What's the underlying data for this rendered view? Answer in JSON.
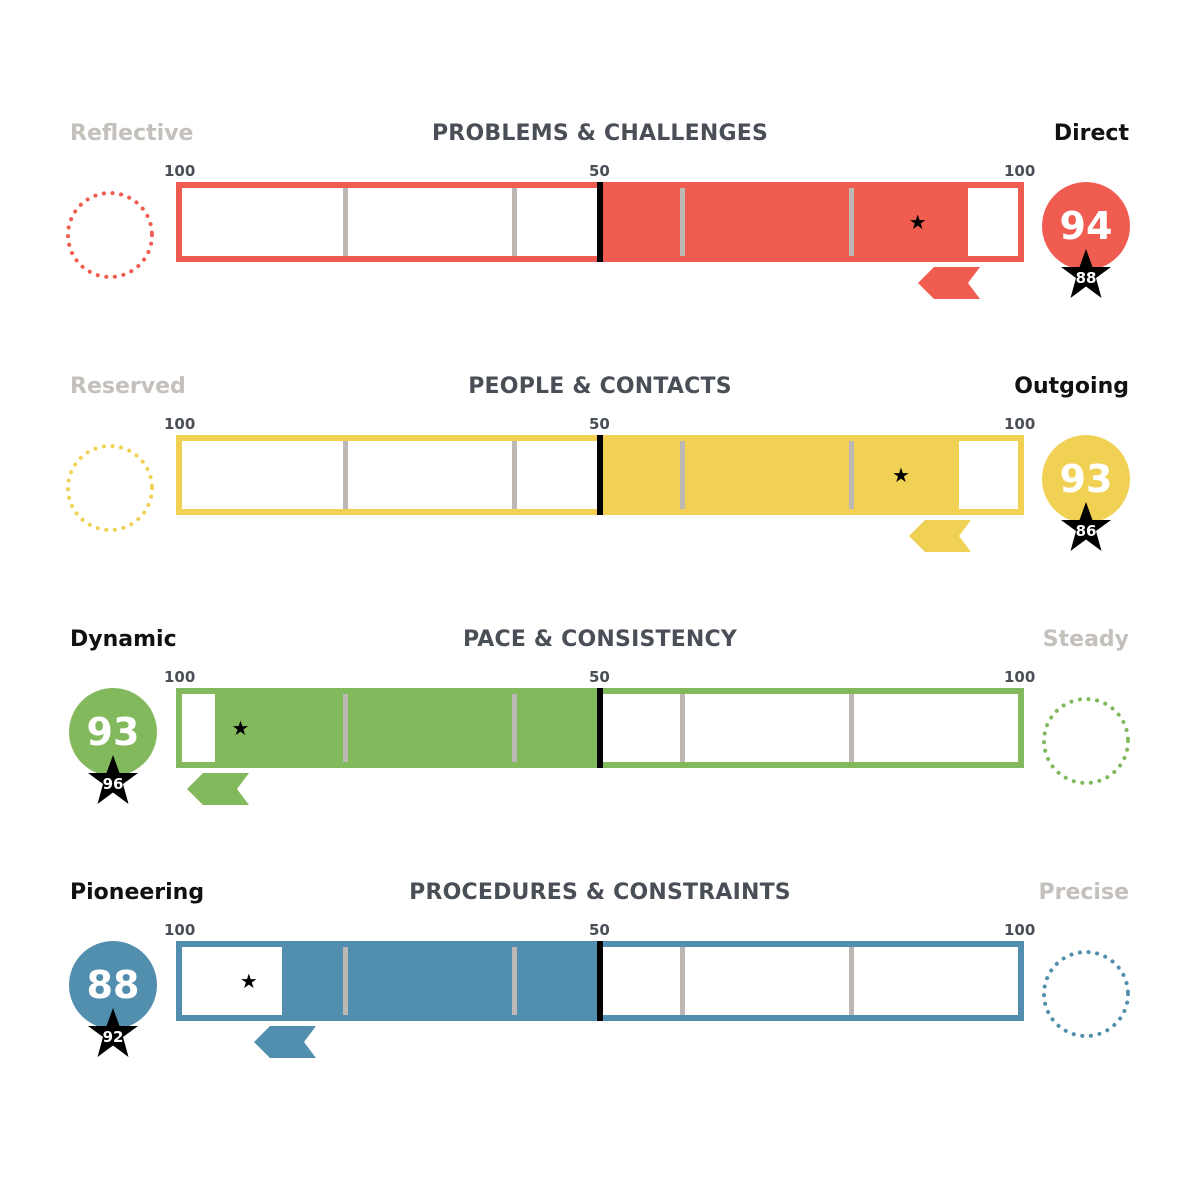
{
  "chart_data": {
    "type": "bar",
    "ticks": [
      "100",
      "50",
      "100"
    ],
    "rows": [
      {
        "title": "PROBLEMS & CHALLENGES",
        "left_label": "Reflective",
        "right_label": "Direct",
        "active_side": "right",
        "score": 94,
        "benchmark": 88,
        "score_label": "94",
        "benchmark_label": "88",
        "color": "#f05c4f"
      },
      {
        "title": "PEOPLE & CONTACTS",
        "left_label": "Reserved",
        "right_label": "Outgoing",
        "active_side": "right",
        "score": 93,
        "benchmark": 86,
        "score_label": "93",
        "benchmark_label": "86",
        "color": "#f0d154"
      },
      {
        "title": "PACE & CONSISTENCY",
        "left_label": "Dynamic",
        "right_label": "Steady",
        "active_side": "left",
        "score": 96,
        "benchmark": 93,
        "score_label": "93",
        "benchmark_label": "96",
        "color": "#82b95c"
      },
      {
        "title": "PROCEDURES & CONSTRAINTS",
        "left_label": "Pioneering",
        "right_label": "Precise",
        "active_side": "left",
        "score": 88,
        "benchmark": 92,
        "score_label": "88",
        "benchmark_label": "92",
        "color": "#528fae"
      }
    ]
  }
}
